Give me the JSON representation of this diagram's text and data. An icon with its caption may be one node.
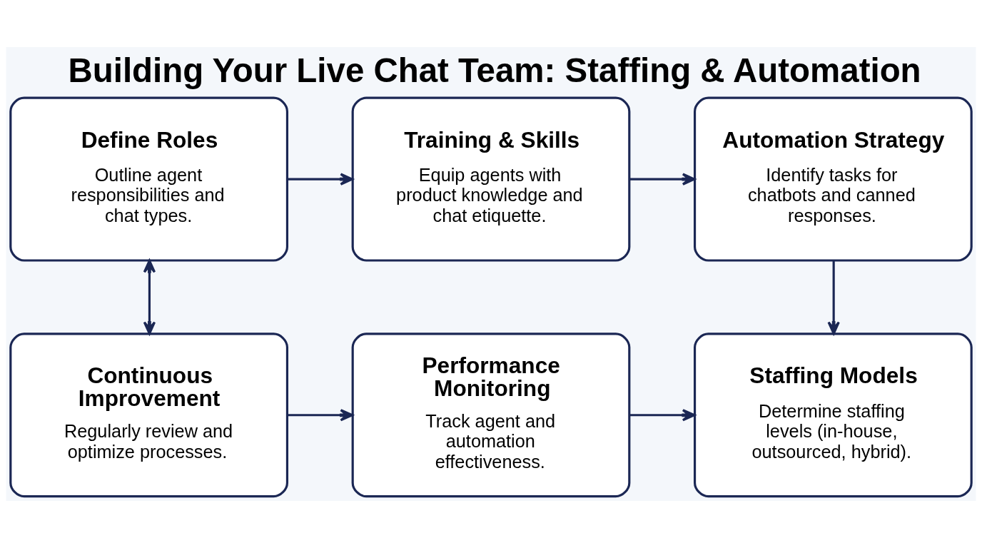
{
  "diagram": {
    "title": "Building Your Live Chat Team: Staffing & Automation",
    "nodes": [
      {
        "text": [
          "Define Roles",
          "Outline agent responsibilities and chat types."
        ]
      },
      {
        "text": [
          "Training & Skills",
          "Equip agents with product knowledge and chat etiquette."
        ]
      },
      {
        "text": [
          "Automation Strategy",
          "Identify tasks for chatbots and canned responses."
        ]
      },
      {
        "text": [
          "Continuous Improvement",
          "Regularly review and optimize processes."
        ]
      },
      {
        "text": [
          "Performance Monitoring",
          "Track agent and automation effectiveness."
        ]
      },
      {
        "text": [
          "Staffing Models",
          "Determine staffing levels (in-house, outsourced, hybrid)."
        ]
      }
    ],
    "edges": [
      {
        "from": 0,
        "to": 1,
        "arrow": "to"
      },
      {
        "from": 1,
        "to": 2,
        "arrow": "to"
      },
      {
        "from": 2,
        "to": 5,
        "arrow": "to"
      },
      {
        "from": 3,
        "to": 4,
        "arrow": "to"
      },
      {
        "from": 4,
        "to": 5,
        "arrow": "to"
      },
      {
        "from": 0,
        "to": 3,
        "arrow": "both"
      }
    ]
  }
}
